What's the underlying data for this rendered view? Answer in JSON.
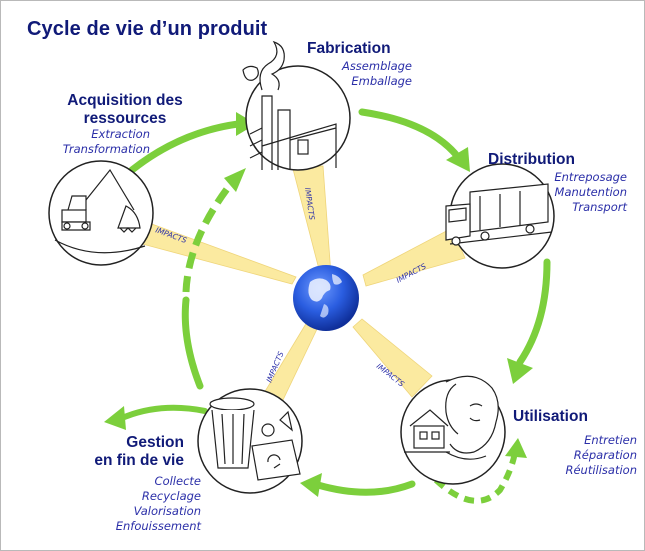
{
  "title": "Cycle de vie d’un produit",
  "stages": {
    "acquisition": {
      "name_line1": "Acquisition des",
      "name_line2": "ressources",
      "items": [
        "Extraction",
        "Transformation"
      ]
    },
    "fabrication": {
      "name": "Fabrication",
      "items": [
        "Assemblage",
        "Emballage"
      ]
    },
    "distribution": {
      "name": "Distribution",
      "items": [
        "Entreposage",
        "Manutention",
        "Transport"
      ]
    },
    "utilisation": {
      "name": "Utilisation",
      "items": [
        "Entretien",
        "Réparation",
        "Réutilisation"
      ]
    },
    "gestion": {
      "name_line1": "Gestion",
      "name_line2": "en fin de vie",
      "items": [
        "Collecte",
        "Recyclage",
        "Valorisation",
        "Enfouissement"
      ]
    }
  },
  "impact_label": "IMPACTS",
  "colors": {
    "title": "#101a78",
    "subtitle": "#2b2fa8",
    "arrow_green": "#7ccf3c",
    "impact_yellow": "#fbeaa0",
    "globe_blue": "#1f4fd6"
  },
  "icons": [
    "excavator-icon",
    "factory-icon",
    "truck-icon",
    "person-house-icon",
    "trash-recycling-icon",
    "earth-globe-icon"
  ]
}
